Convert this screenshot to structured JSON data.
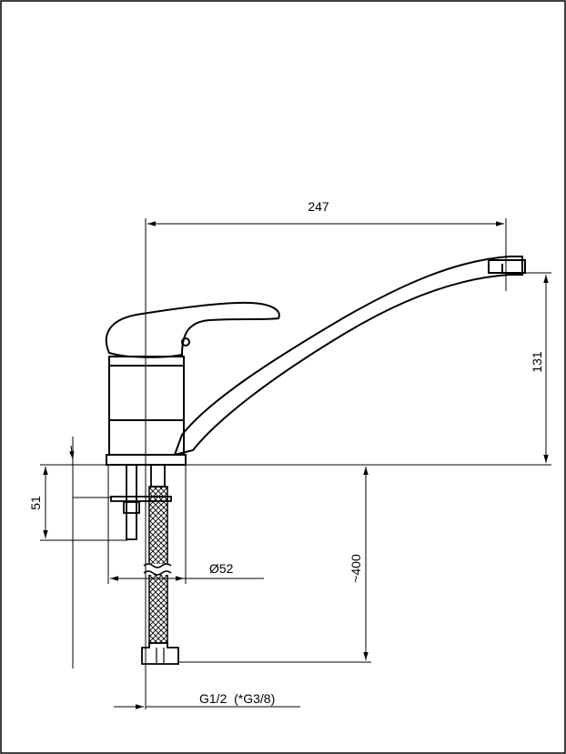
{
  "dimensions": {
    "spout_reach": "247",
    "spout_height": "131",
    "base_thickness": "51",
    "base_diameter": "Ø52",
    "hose_length": "~400",
    "connection_thread": "G1/2  (*G3/8)"
  },
  "colors": {
    "line": "#000000",
    "background": "#ffffff"
  }
}
